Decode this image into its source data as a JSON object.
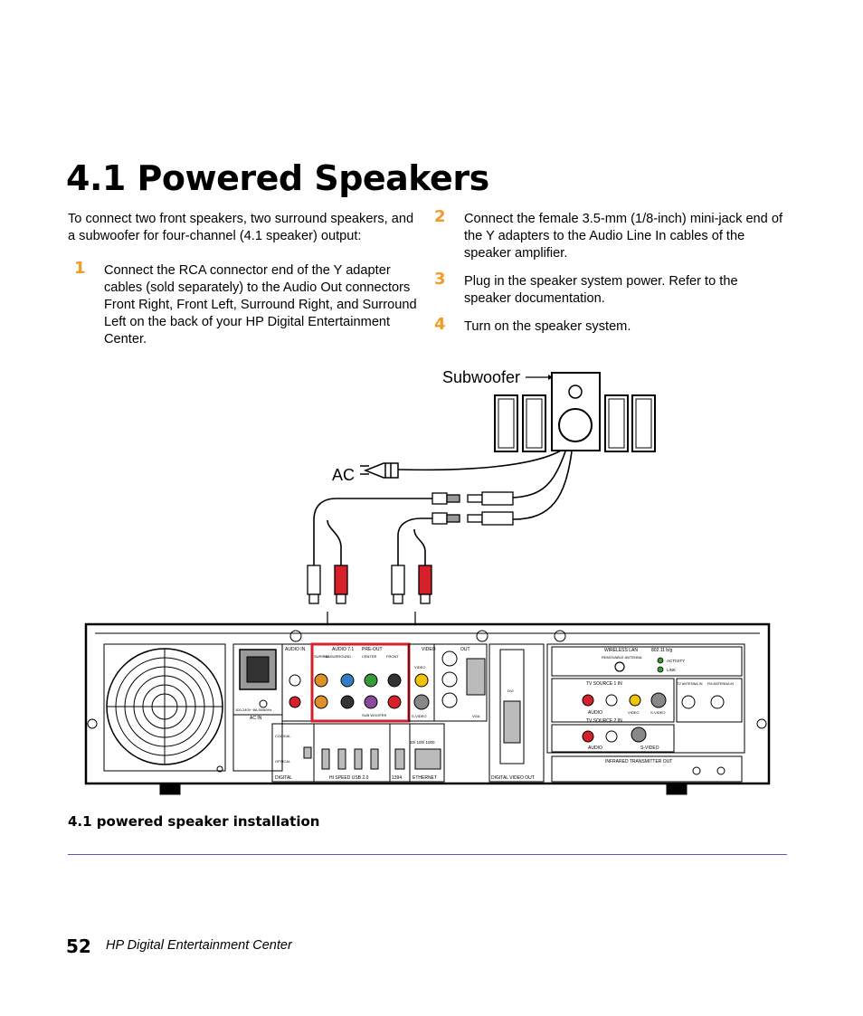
{
  "heading": "4.1 Powered Speakers",
  "intro": "To connect two front speakers, two surround speakers, and a subwoofer for four-channel (4.1 speaker) output:",
  "steps": [
    {
      "num": "1",
      "text": "Connect the RCA connector end of the Y adapter cables (sold separately) to the Audio Out connectors Front Right, Front Left, Surround Right, and Surround Left on the back of your HP Digital Entertainment Center."
    },
    {
      "num": "2",
      "text": "Connect the female 3.5-mm (1/8-inch) mini-jack end of the Y adapters to the Audio Line In cables of the speaker amplifier."
    },
    {
      "num": "3",
      "text": "Plug in the speaker system power. Refer to the speaker documentation."
    },
    {
      "num": "4",
      "text": "Turn on the speaker system."
    }
  ],
  "figure": {
    "subwoofer_label": "Subwoofer",
    "ac_label": "AC",
    "panel": {
      "audio_in": "AUDIO IN",
      "audio_71": "AUDIO 7.1",
      "pre_out": "PRE-OUT",
      "surr_back": "SURR BA",
      "surround": "ND SURROUND",
      "center": "CENTER",
      "front": "FRONT",
      "sub_woofer": "SUB WOOFER",
      "video": "VIDEO",
      "out": "OUT",
      "video_small": "VIDEO",
      "s_video": "S-VIDEO",
      "vga": "VGA",
      "dvi": "DVI",
      "digital_video_out": "DIGITAL VIDEO OUT",
      "ac_in": "AC IN",
      "power_rating": "100-240V~8A 50/60Hz",
      "coaxial": "COAXIAL",
      "optical": "OPTICAL",
      "digital": "DIGITAL",
      "usb": "HI SPEED USB 2.0",
      "fw": "1394",
      "ethernet": "ETHERNET",
      "eth_speed": "10/ 100/ 1000",
      "wireless": "WIRELESS LAN",
      "wireless_std": "802.11 b/g",
      "removable_antenna": "REMOVABLE ANTENNA",
      "activity": "ACTIVITY",
      "link": "LINK",
      "tv_source_1": "TV SOURCE   1   IN",
      "tv_source_2": "TV SOURCE   2   IN",
      "audio": "AUDIO",
      "tv_antenna": "TV ANTENNA IN",
      "fm_antenna": "FM ANTENNA IN",
      "ir_out": "INFRARED TRANSMITTER OUT"
    }
  },
  "caption": "4.1 powered speaker installation",
  "footer": {
    "page_number": "52",
    "book_title": "HP Digital Entertainment Center"
  },
  "colors": {
    "step_number": "#f39a26",
    "highlight_box": "#d6202a",
    "rule": "#5a5aa8",
    "connector_red": "#d6202a",
    "connector_yellow": "#f2c400",
    "connector_blue": "#2f7fc6",
    "connector_green": "#3a9a3a",
    "connector_purple": "#8a4a9a",
    "connector_orange": "#e0902a"
  }
}
